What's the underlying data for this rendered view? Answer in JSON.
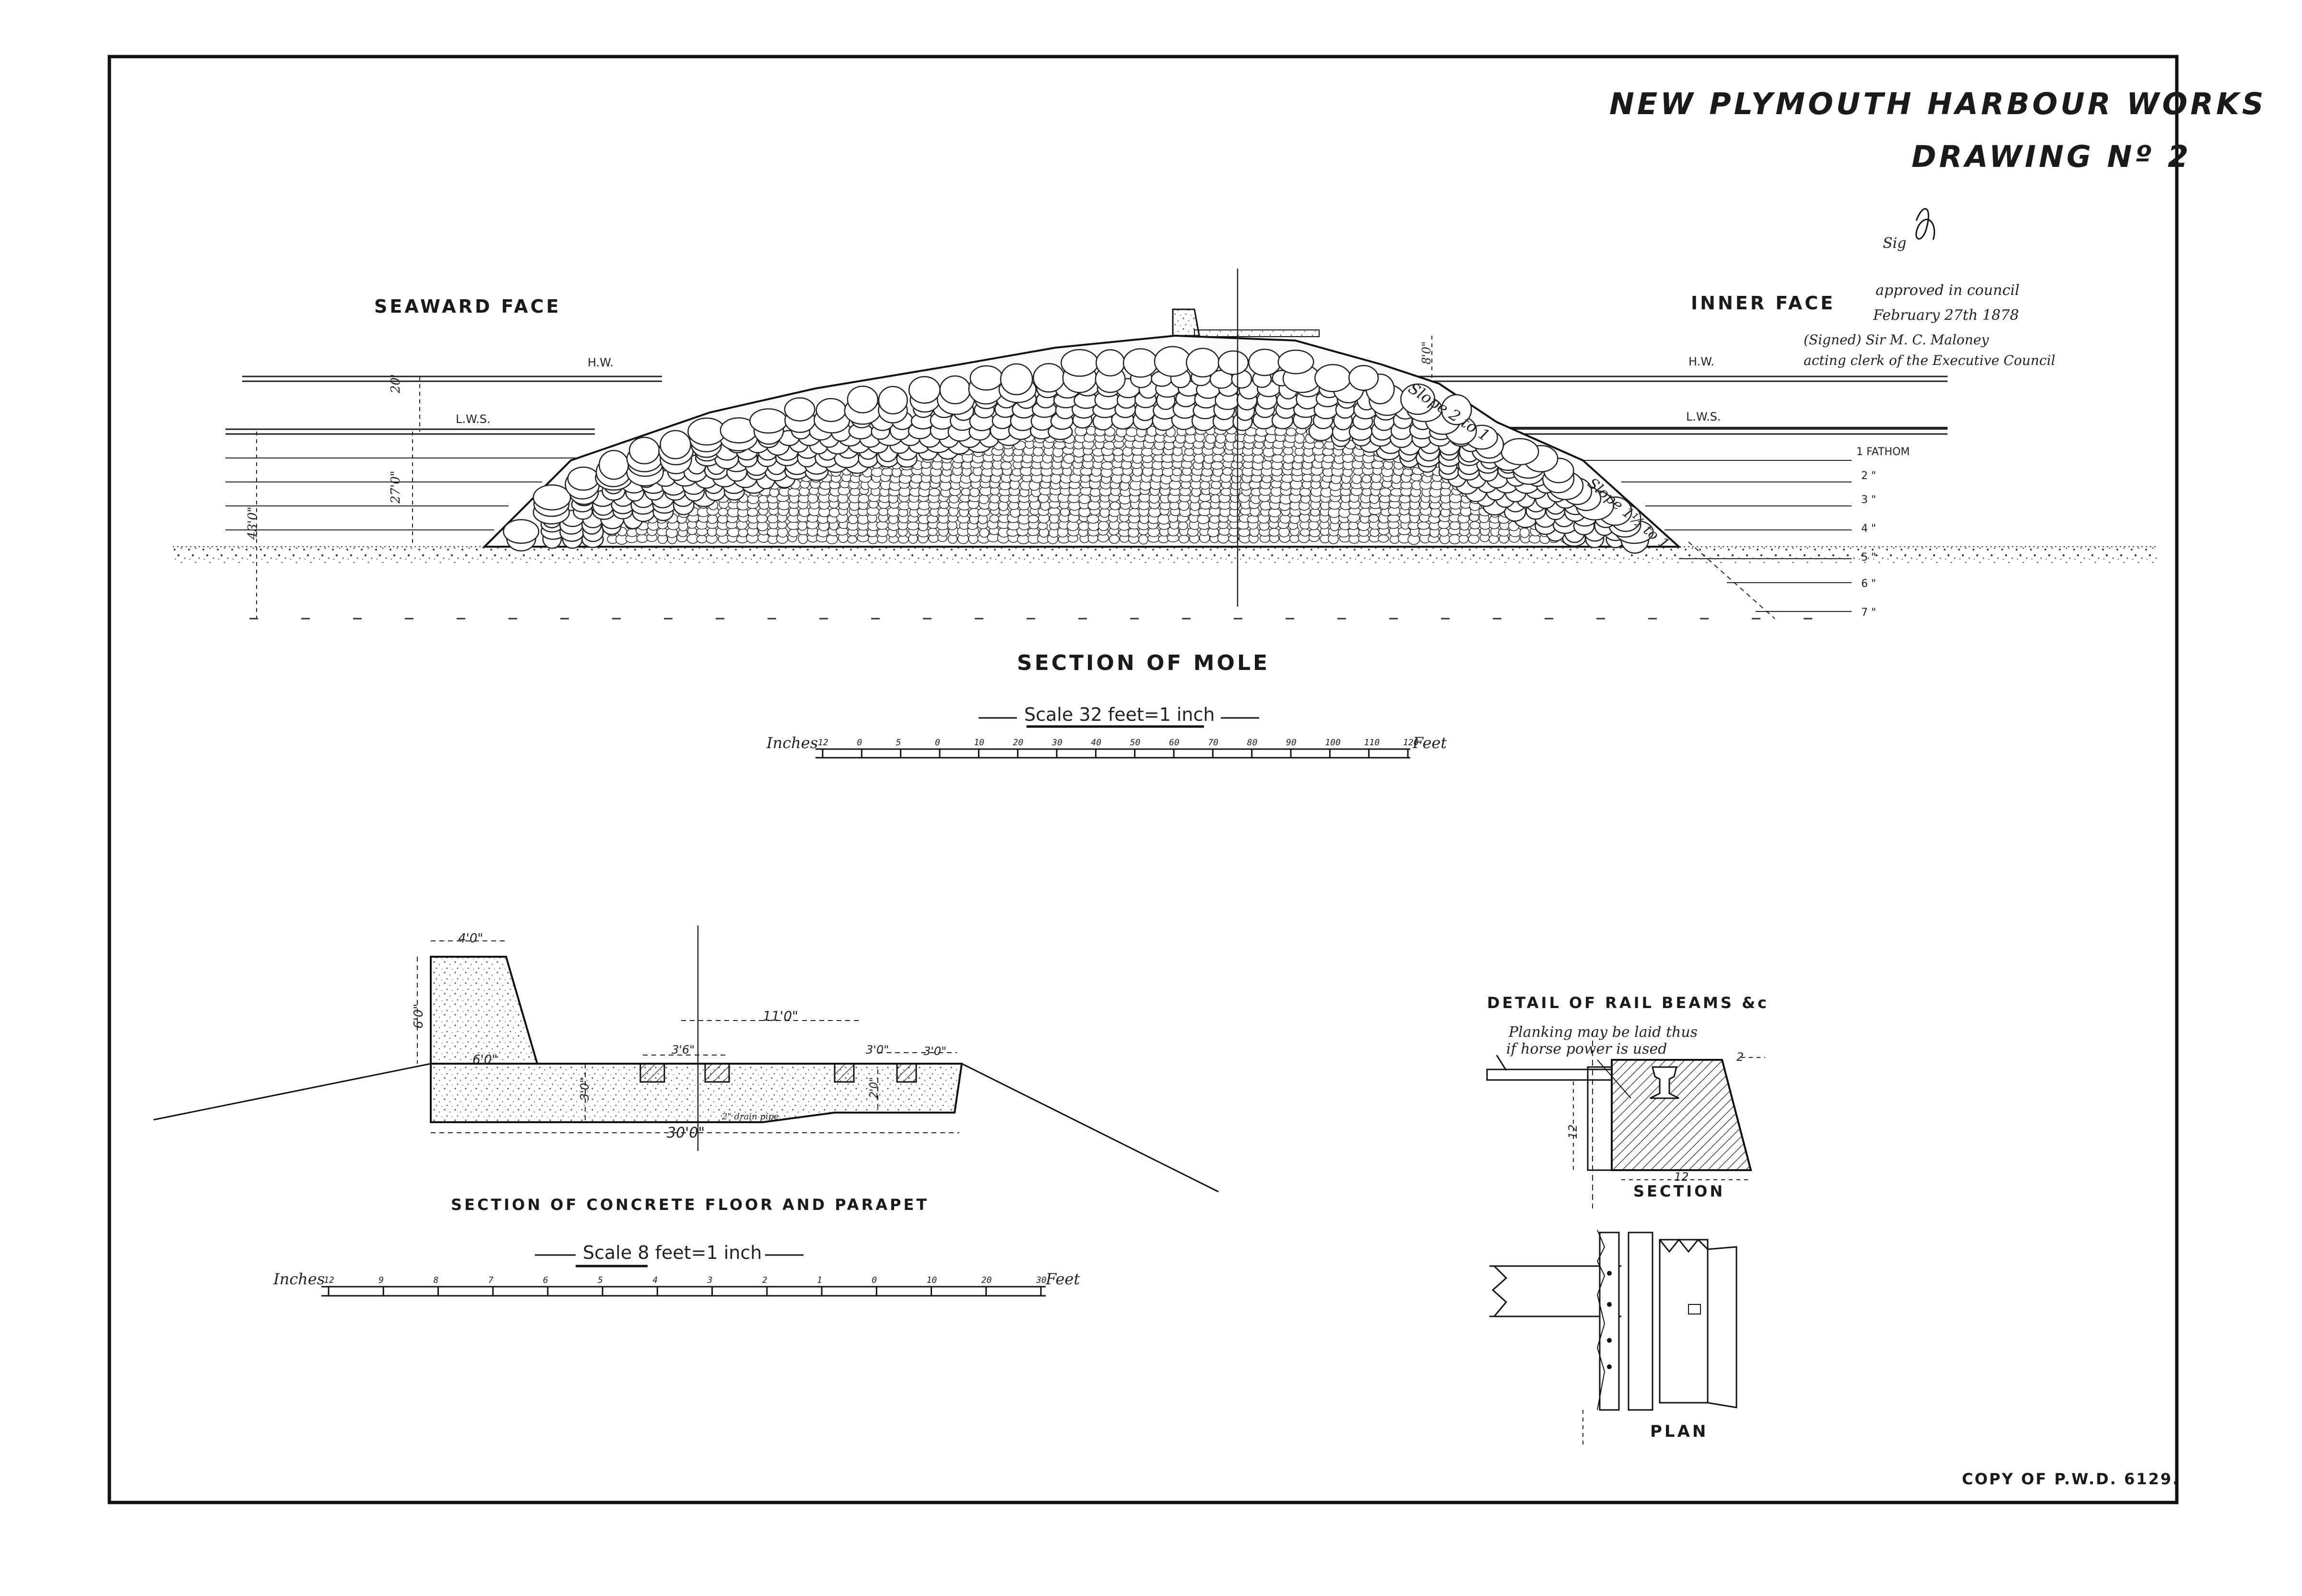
{
  "title": {
    "line1": "NEW PLYMOUTH HARBOUR WORKS",
    "line2": "DRAWING Nº 2"
  },
  "approval": {
    "signed_initial": "Sig",
    "line1": "approved in council",
    "line2": "February 27th 1878",
    "line3": "(Signed) Sir M. C. Maloney",
    "line4": "acting clerk of the Executive Council"
  },
  "mole": {
    "seaward_label": "SEAWARD FACE",
    "inner_label": "INNER FACE",
    "hw_left": "H.W.",
    "hw_right": "H.W.",
    "lws_left": "L.W.S.",
    "lws_right": "L.W.S.",
    "dim_20": "20'",
    "dim_27": "27'0\"",
    "dim_43": "43'0\"",
    "dim_8": "8'0\"",
    "slope_upper": "Slope 2 to 1",
    "slope_lower": "Slope 1½ to 1",
    "fathoms": [
      "1 FATHOM",
      "2 \"",
      "3 \"",
      "4 \"",
      "5 \"",
      "6 \"",
      "7 \""
    ],
    "caption": "SECTION OF MOLE",
    "scale_text": "Scale 32 feet=1 inch",
    "scale_inches": "Inches",
    "scale_feet": "Feet",
    "scale_ticks": [
      "12",
      "0",
      "5",
      "0",
      "10",
      "20",
      "30",
      "40",
      "50",
      "60",
      "70",
      "80",
      "90",
      "100",
      "110",
      "120"
    ]
  },
  "concrete": {
    "caption": "SECTION OF CONCRETE FLOOR AND PARAPET",
    "dim_top": "4'0\"",
    "dim_height": "6'0\"",
    "dim_base": "6'0\"",
    "dim_depth": "3'0\"",
    "dim_11": "11'0\"",
    "dim_36": "3'6\"",
    "dim_3a": "3'0\"",
    "dim_3b": "3'0\"",
    "dim_2": "2'0\"",
    "dim_30": "30'0\"",
    "drain": "2\" drain pipe",
    "scale_text": "Scale 8 feet=1 inch",
    "scale_inches": "Inches",
    "scale_feet": "Feet",
    "scale_ticks": [
      "12",
      "9",
      "8",
      "7",
      "6",
      "5",
      "4",
      "3",
      "2",
      "1",
      "0",
      "10",
      "20",
      "30"
    ]
  },
  "rail": {
    "caption": "DETAIL OF RAIL BEAMS &c",
    "note1": "Planking may be laid thus",
    "note2": "if horse power is used",
    "dim_12a": "12",
    "dim_12b": "12",
    "dim_2": "2",
    "section_label": "SECTION",
    "plan_label": "PLAN"
  },
  "footer": {
    "copy": "COPY OF P.W.D. 6129."
  }
}
